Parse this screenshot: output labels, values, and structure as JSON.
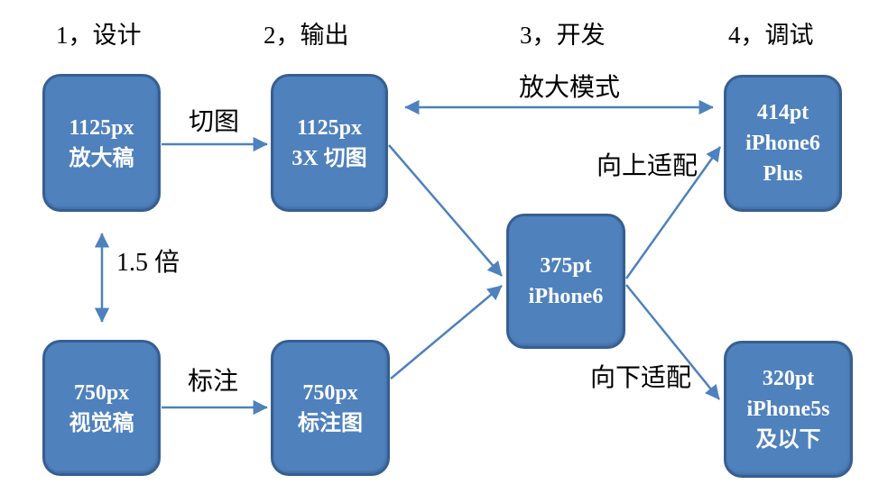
{
  "headers": [
    {
      "label": "1，设计"
    },
    {
      "label": "2，输出"
    },
    {
      "label": "3，开发"
    },
    {
      "label": "4，调试"
    }
  ],
  "nodes": [
    {
      "name": "enlarged-draft",
      "lines": [
        "1125px",
        "放大稿"
      ]
    },
    {
      "name": "3x-slices",
      "lines": [
        "1125px",
        "3X 切图"
      ]
    },
    {
      "name": "visual-draft",
      "lines": [
        "750px",
        "视觉稿"
      ]
    },
    {
      "name": "annotation-image",
      "lines": [
        "750px",
        "标注图"
      ]
    },
    {
      "name": "iphone6",
      "lines": [
        "375pt",
        "iPhone6"
      ]
    },
    {
      "name": "iphone6-plus",
      "lines": [
        "414pt",
        "iPhone6",
        "Plus"
      ]
    },
    {
      "name": "iphone5s-and-below",
      "lines": [
        "320pt",
        "iPhone5s",
        "及以下"
      ]
    }
  ],
  "edge_labels": {
    "slice": "切图",
    "scale_factor": "1.5 倍",
    "annotate": "标注",
    "zoom_mode": "放大模式",
    "adapt_up": "向上适配",
    "adapt_down": "向下适配"
  },
  "colors": {
    "node_fill": "#4F81BD",
    "node_border": "#365F91",
    "arrow": "#4E81BD",
    "node_text": "#FFFFFF",
    "label_text": "#000000",
    "background": "#FFFFFF"
  }
}
